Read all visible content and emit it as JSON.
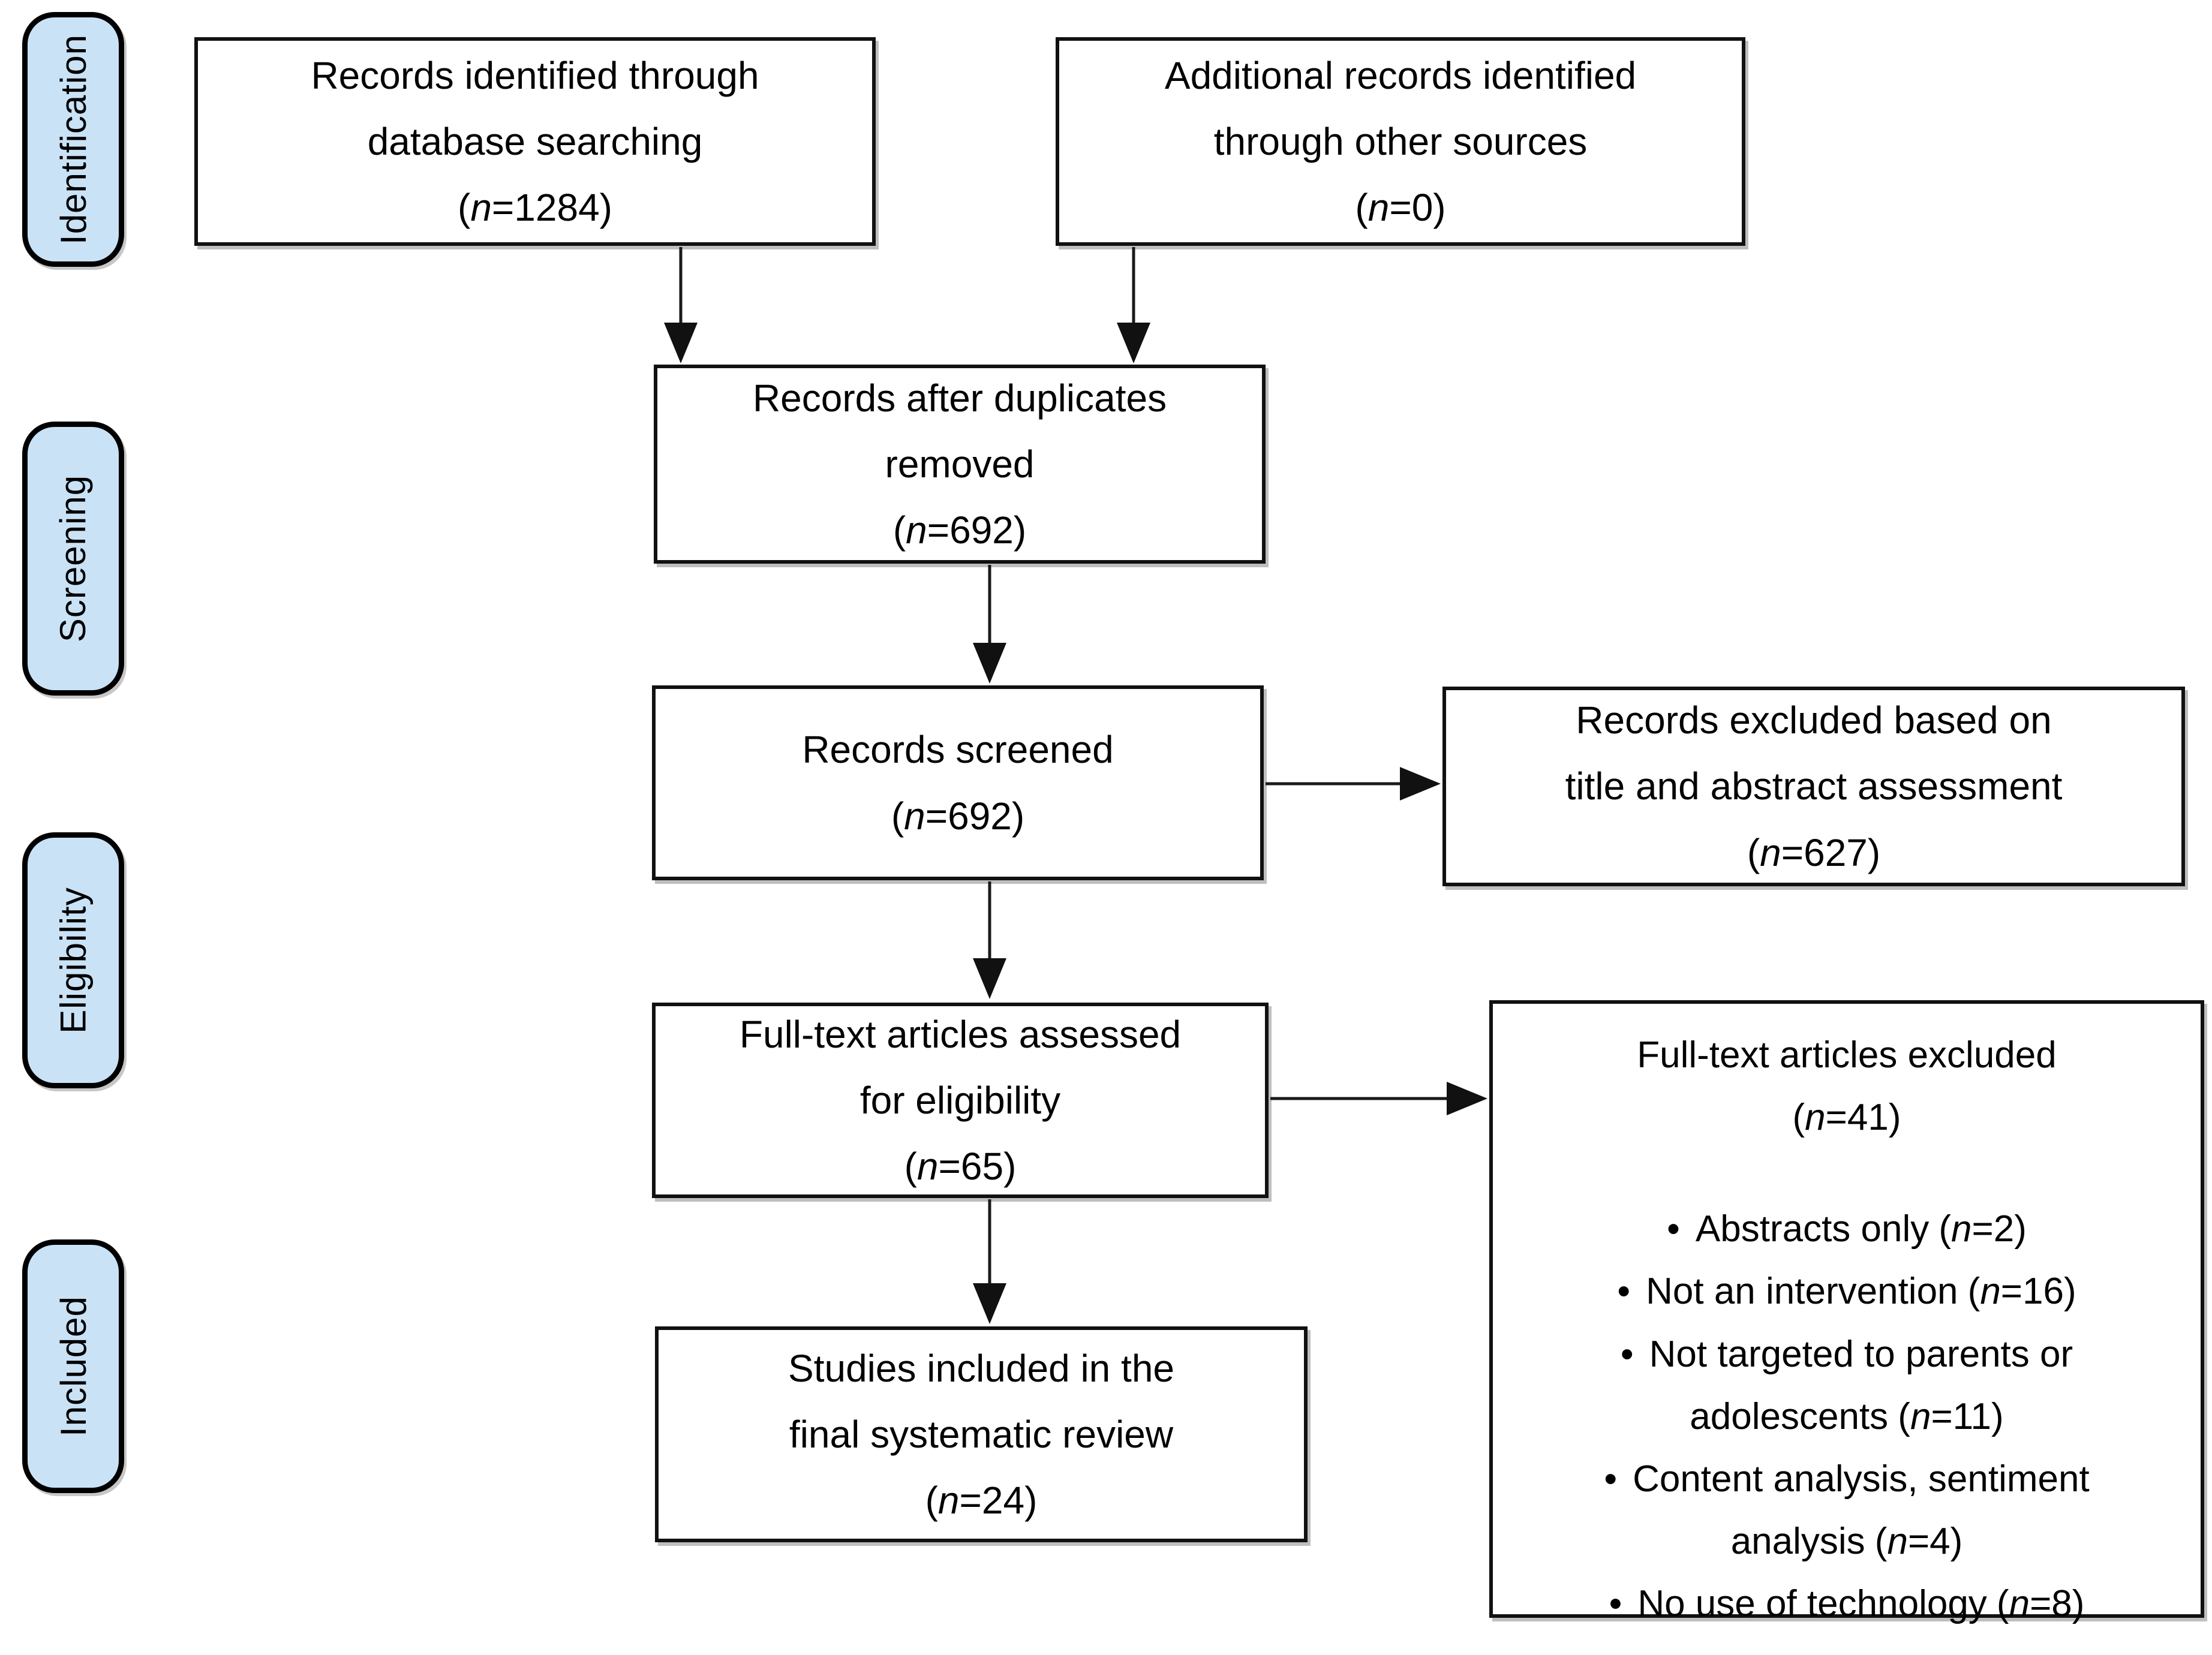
{
  "figure": {
    "kind": "PRISMA systematic review flow diagram"
  },
  "colors": {
    "stage_fill": "#cae2f6",
    "box_border": "#111111",
    "arrow": "#1a1a1a",
    "background": "#ffffff"
  },
  "punct": {
    "bullet": "•",
    "open": "(",
    "var": "n",
    "eq": "=",
    "close": ")"
  },
  "stages": [
    {
      "label": "Identification"
    },
    {
      "label": "Screening"
    },
    {
      "label": "Eligibility"
    },
    {
      "label": "Included"
    }
  ],
  "boxes": {
    "identified": {
      "lines": [
        "Records identified through",
        "database searching"
      ],
      "n": "1284"
    },
    "additional": {
      "lines": [
        "Additional records identified",
        "through other sources"
      ],
      "n": "0"
    },
    "deduplicated": {
      "lines": [
        "Records after duplicates",
        "removed"
      ],
      "n": "692"
    },
    "screened": {
      "lines": [
        "Records screened"
      ],
      "n": "692"
    },
    "excluded_screening": {
      "lines": [
        "Records excluded based on",
        "title and abstract assessment"
      ],
      "n": "627"
    },
    "fulltext": {
      "lines": [
        "Full-text articles assessed",
        "for eligibility"
      ],
      "n": "65"
    },
    "fulltext_excluded": {
      "lines": [
        "Full-text articles excluded"
      ],
      "n": "41",
      "bullets": [
        {
          "text": "Abstracts only",
          "n": "2"
        },
        {
          "text": "Not an intervention",
          "n": "16"
        },
        {
          "text": "Not targeted to parents or adolescents",
          "n": "11"
        },
        {
          "text": "Content analysis, sentiment analysis",
          "n": "4"
        },
        {
          "text": "No use of technology",
          "n": "8"
        }
      ]
    },
    "included": {
      "lines": [
        "Studies included in the",
        "final systematic review"
      ],
      "n": "24"
    }
  }
}
